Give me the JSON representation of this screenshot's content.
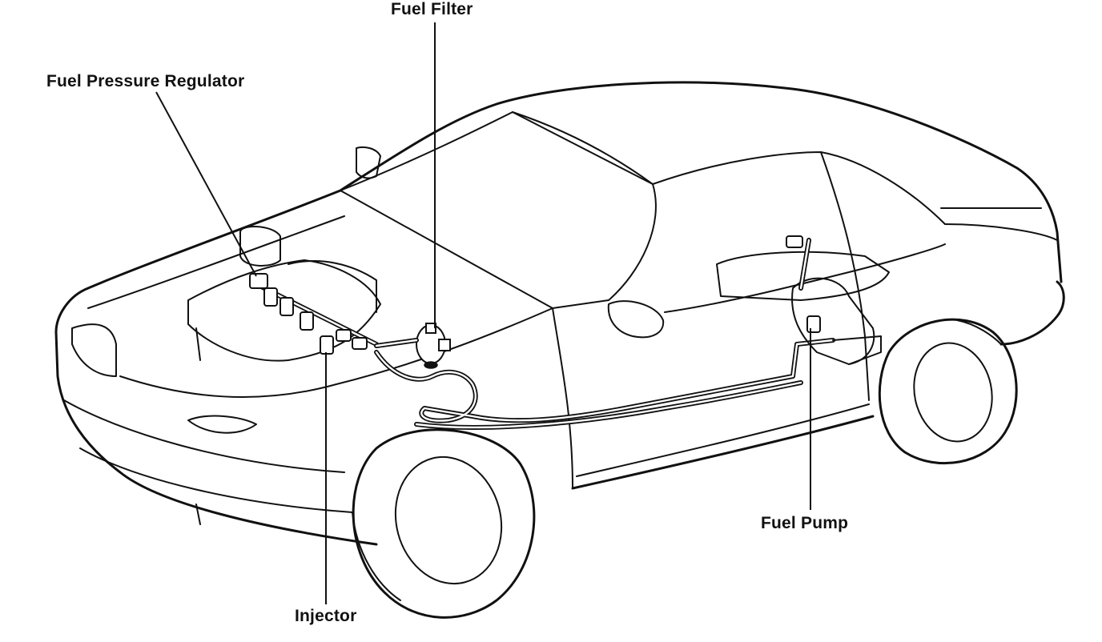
{
  "labels": {
    "fuel_filter": "Fuel Filter",
    "fuel_pressure_regulator": "Fuel Pressure Regulator",
    "injector": "Injector",
    "fuel_pump": "Fuel Pump"
  },
  "colors": {
    "ink": "#111111",
    "paper": "#ffffff"
  }
}
